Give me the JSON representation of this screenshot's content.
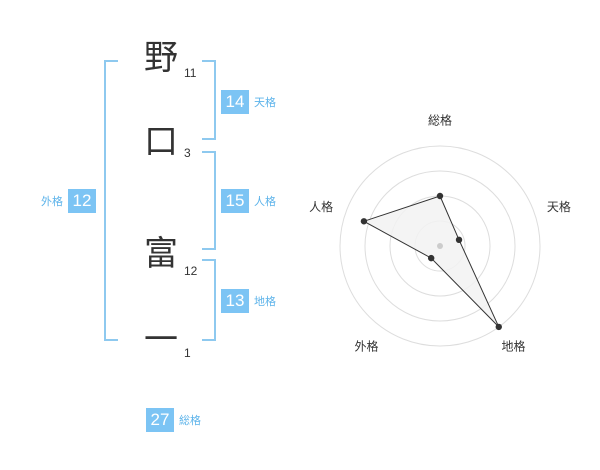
{
  "name_chars": [
    {
      "char": "野",
      "strokes": "11"
    },
    {
      "char": "口",
      "strokes": "3"
    },
    {
      "char": "富",
      "strokes": "12"
    },
    {
      "char": "一",
      "strokes": "1"
    }
  ],
  "badges": {
    "tenkaku": {
      "value": "14",
      "label": "天格"
    },
    "jinkaku": {
      "value": "15",
      "label": "人格"
    },
    "chikaku": {
      "value": "13",
      "label": "地格"
    },
    "gaikaku": {
      "value": "12",
      "label": "外格"
    },
    "soukaku": {
      "value": "27",
      "label": "総格"
    }
  },
  "accent_color": "#7cc4f4",
  "chart_data": {
    "type": "radar",
    "axes": [
      "総格",
      "天格",
      "地格",
      "外格",
      "人格"
    ],
    "values": [
      0.5,
      0.2,
      1.0,
      0.15,
      0.8
    ],
    "rings": 4,
    "fill_color": "#f2f2f2",
    "line_color": "#333333",
    "grid_color": "#dddddd"
  }
}
